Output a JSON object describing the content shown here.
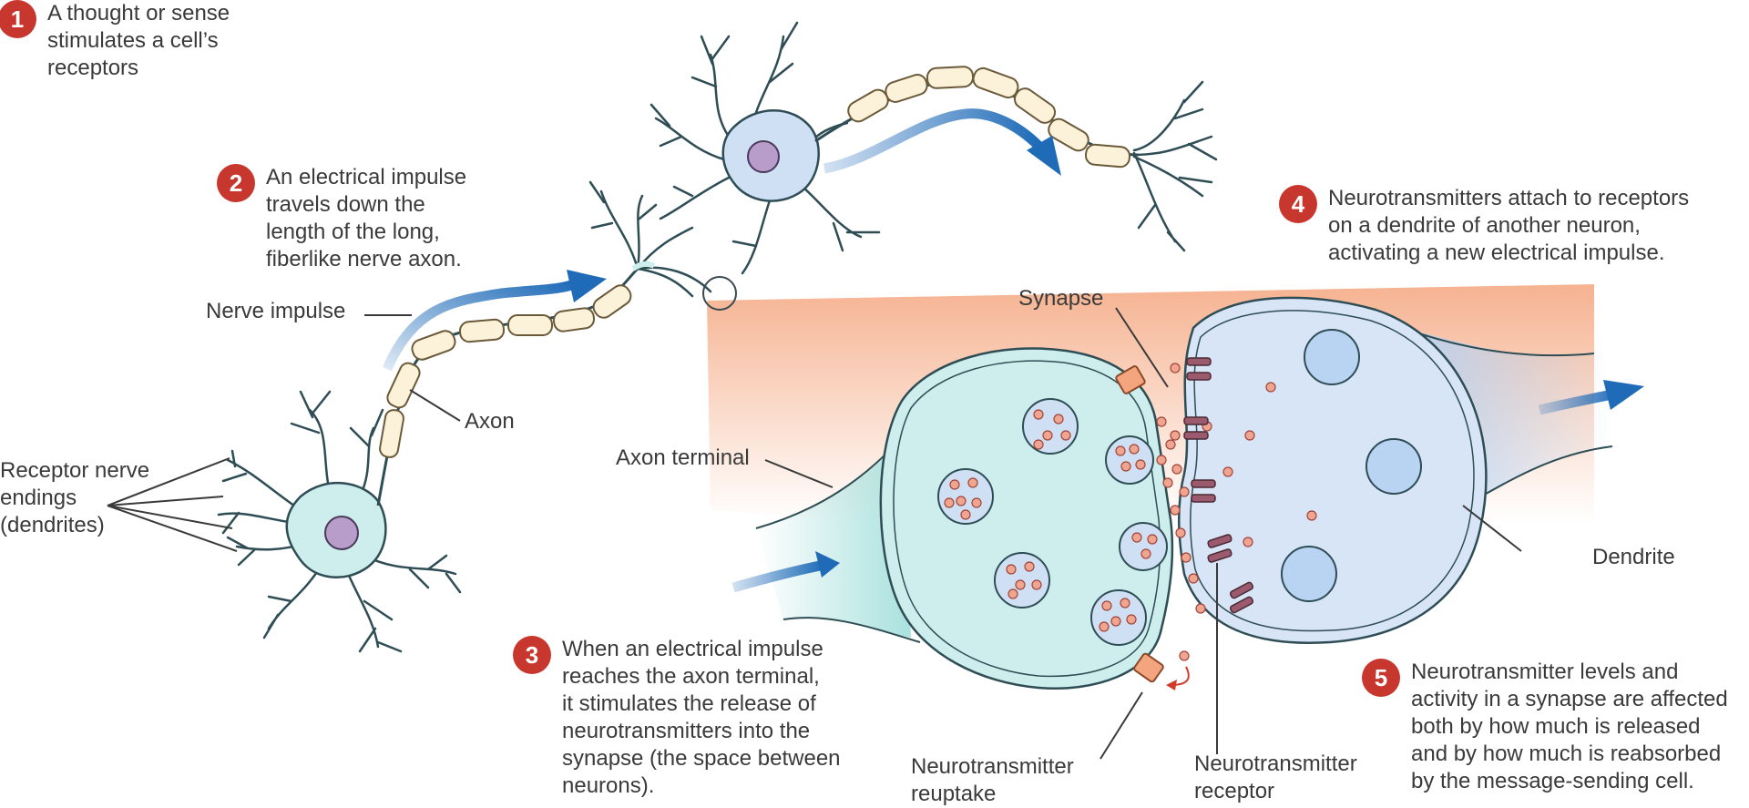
{
  "steps": [
    {
      "number": "1",
      "text": "A thought or sense\nstimulates a cell’s\nreceptors"
    },
    {
      "number": "2",
      "text": "An electrical impulse\ntravels down the\nlength of the long,\nfiberlike nerve axon."
    },
    {
      "number": "3",
      "text": "When an electrical impulse\nreaches the axon terminal,\nit stimulates the release of\nneurotransmitters into the\nsynapse (the space between\nneurons)."
    },
    {
      "number": "4",
      "text": "Neurotransmitters attach to receptors\non a dendrite of another neuron,\nactivating a new electrical impulse."
    },
    {
      "number": "5",
      "text": "Neurotransmitter levels and\nactivity in a synapse are affected\nboth by how much is released\nand by how much is reabsorbed\nby the message-sending cell."
    }
  ],
  "labels": {
    "receptor": "Receptor nerve\nendings\n(dendrites)",
    "nerve_impulse": "Nerve impulse",
    "axon": "Axon",
    "axon_terminal": "Axon terminal",
    "synapse": "Synapse",
    "dendrite": "Dendrite",
    "reuptake": "Neurotransmitter\nreuptake",
    "nt_receptor": "Neurotransmitter\nreceptor"
  },
  "colors": {
    "badge": "#c8372d",
    "arrow": "#1f6bb8",
    "neuron_a": "#cdeeed",
    "neuron_b": "#cfe0f5",
    "myelin": "#fbf2d9",
    "nucleus": "#b89cc9",
    "vesicle_dot": "#f0a590",
    "receptor_protein": "#9b5a6e",
    "zoom_cone": "#f4a57d"
  }
}
